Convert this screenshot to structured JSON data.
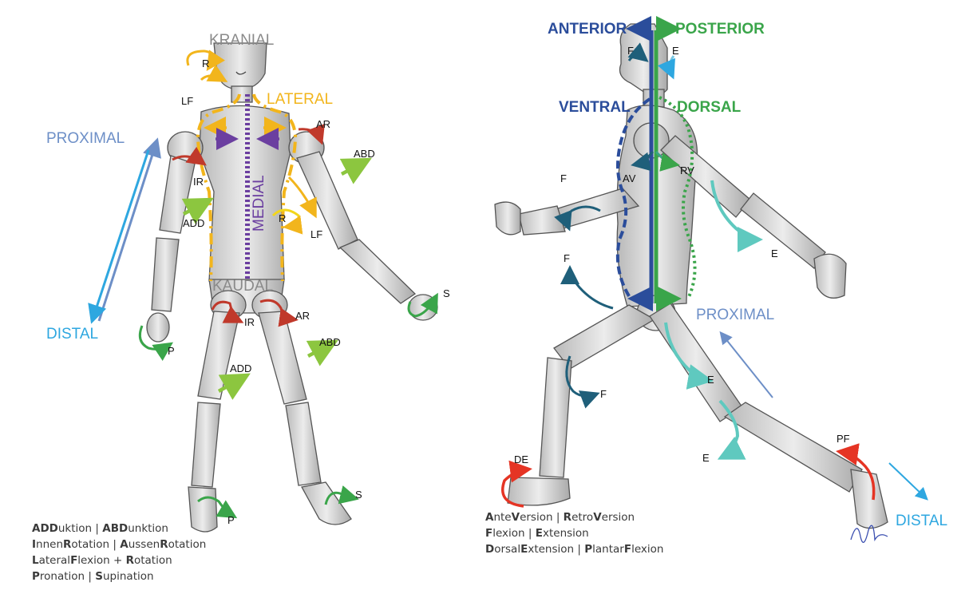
{
  "left_figure": {
    "directions": {
      "kranial": "KRANIAL",
      "kaudal": "KAUDAL",
      "lateral": "LATERAL",
      "medial": "MEDIAL",
      "proximal": "PROXIMAL",
      "distal": "DISTAL"
    },
    "motion_labels": {
      "r_head": "R",
      "lf_head": "LF",
      "ar_shoulder": "AR",
      "abd_arm": "ABD",
      "ir_shoulder": "IR",
      "add_arm": "ADD",
      "r_trunk": "R",
      "lf_trunk": "LF",
      "s_hand": "S",
      "p_hand": "P",
      "ir_hip": "IR",
      "ar_hip": "AR",
      "abd_leg": "ABD",
      "add_leg": "ADD",
      "p_foot": "P",
      "s_foot": "S"
    }
  },
  "right_figure": {
    "directions": {
      "anterior": "ANTERIOR",
      "posterior": "POSTERIOR",
      "ventral": "VENTRAL",
      "dorsal": "DORSAL",
      "proximal": "PROXIMAL",
      "distal": "DISTAL"
    },
    "motion_labels": {
      "f_head": "F",
      "e_head": "E",
      "av": "AV",
      "rv": "RV",
      "f_elbow": "F",
      "e_elbow": "E",
      "f_hip": "F",
      "f_knee": "F",
      "e_hip": "E",
      "e_knee": "E",
      "de": "DE",
      "pf": "PF"
    }
  },
  "legend_left": {
    "line1": [
      {
        "b": "ADD",
        "r": "uktion"
      },
      {
        "sep": " | "
      },
      {
        "b": "ABD",
        "r": "unktion"
      }
    ],
    "line2": [
      {
        "b": "I",
        "r": "nnen"
      },
      {
        "b": "R",
        "r": "otation"
      },
      {
        "sep": " | "
      },
      {
        "b": "A",
        "r": "ussen"
      },
      {
        "b": "R",
        "r": "otation"
      }
    ],
    "line3": [
      {
        "b": "L",
        "r": "ateral"
      },
      {
        "b": "F",
        "r": "lexion + "
      },
      {
        "b": "R",
        "r": "otation"
      }
    ],
    "line4": [
      {
        "b": "P",
        "r": "ronation"
      },
      {
        "sep": " | "
      },
      {
        "b": "S",
        "r": "upination"
      }
    ]
  },
  "legend_right": {
    "line1": [
      {
        "b": "A",
        "r": "nte"
      },
      {
        "b": "V",
        "r": "ersion"
      },
      {
        "sep": " | "
      },
      {
        "b": "R",
        "r": "etro"
      },
      {
        "b": "V",
        "r": "ersion"
      }
    ],
    "line2": [
      {
        "b": "F",
        "r": "lexion"
      },
      {
        "sep": " | "
      },
      {
        "b": "E",
        "r": "xtension"
      }
    ],
    "line3": [
      {
        "b": "D",
        "r": "orsal"
      },
      {
        "b": "E",
        "r": "xtension"
      },
      {
        "sep": " | "
      },
      {
        "b": "P",
        "r": "lantar"
      },
      {
        "b": "F",
        "r": "lexion"
      }
    ]
  },
  "colors": {
    "yellow": "#f2b51c",
    "purple": "#6b3fa0",
    "green": "#3aa54a",
    "light_green": "#8cc63f",
    "red": "#c0392b",
    "navy": "#2b4d9b",
    "teal": "#1f5f7a",
    "cyan": "#2ea7e0",
    "steel": "#6d8fc7",
    "mint": "#5fc9bf"
  }
}
